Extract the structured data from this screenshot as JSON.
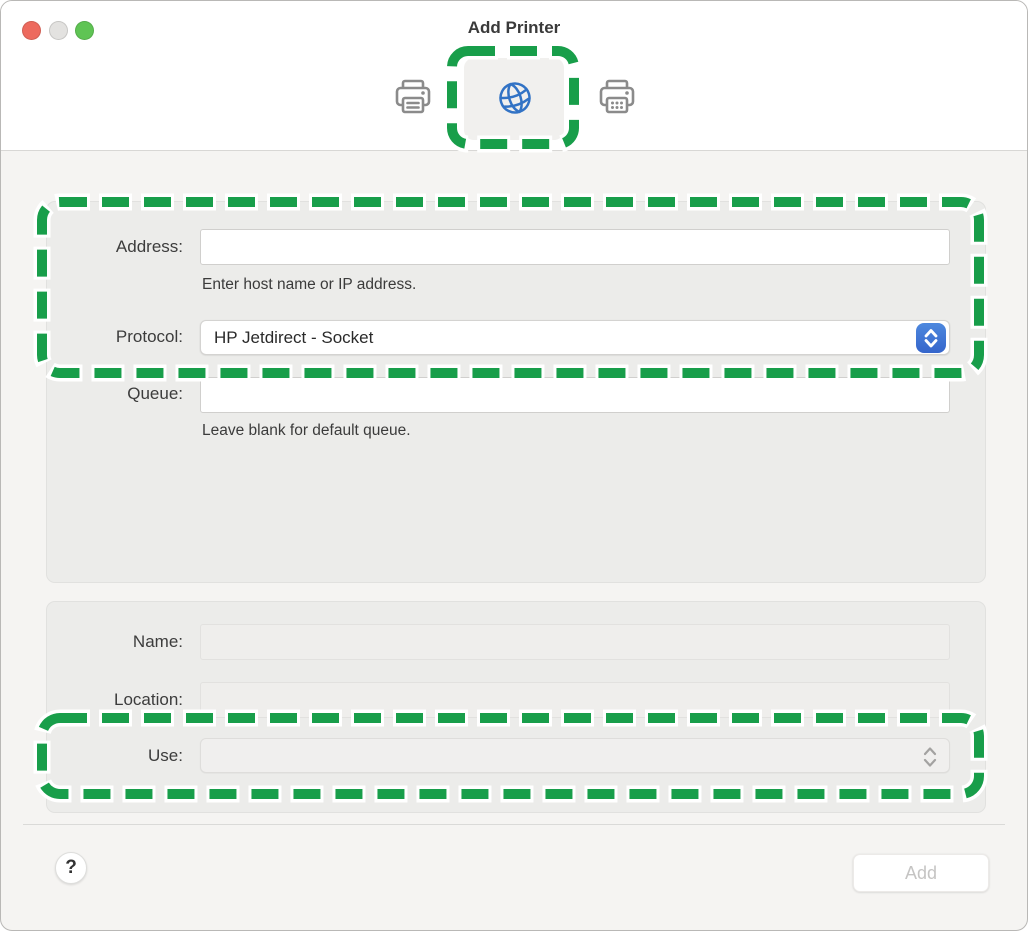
{
  "window": {
    "title": "Add Printer"
  },
  "toolbar": {
    "tabs": [
      {
        "name": "default-printer",
        "icon": "printer-icon",
        "selected": false
      },
      {
        "name": "ip-printer",
        "icon": "globe-icon",
        "selected": true
      },
      {
        "name": "windows-printer",
        "icon": "printer-dots-icon",
        "selected": false
      }
    ]
  },
  "form": {
    "address": {
      "label": "Address:",
      "value": "",
      "help": "Enter host name or IP address."
    },
    "protocol": {
      "label": "Protocol:",
      "value": "HP Jetdirect - Socket"
    },
    "queue": {
      "label": "Queue:",
      "value": "",
      "help": "Leave blank for default queue."
    },
    "name": {
      "label": "Name:",
      "value": ""
    },
    "location": {
      "label": "Location:",
      "value": ""
    },
    "use": {
      "label": "Use:",
      "value": ""
    }
  },
  "footer": {
    "help_label": "?",
    "add_label": "Add"
  },
  "annotations": {
    "color": "#189e4a",
    "highlighted": [
      "ip-printer-tab",
      "address-protocol-section",
      "use-row"
    ]
  },
  "colors": {
    "globe_blue": "#3273c5",
    "stepper_blue": "#4d87dd",
    "traffic_red": "#ed6a5e",
    "traffic_middle": "#e3e2e0",
    "traffic_green": "#5fc454",
    "panel_gray": "#ececea",
    "header_white": "#ffffff"
  }
}
